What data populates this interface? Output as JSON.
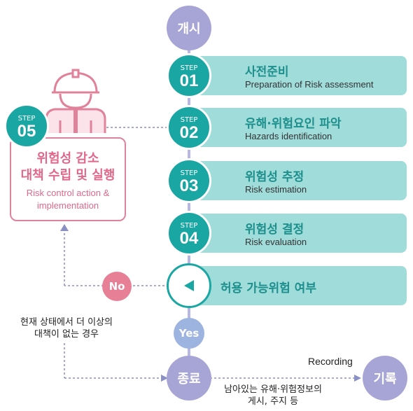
{
  "start": {
    "label": "개시"
  },
  "steps": [
    {
      "step": "STEP",
      "num": "01",
      "title": "사전준비",
      "subtitle": "Preparation of Risk assessment"
    },
    {
      "step": "STEP",
      "num": "02",
      "title": "유해·위험요인 파악",
      "subtitle": "Hazards identification"
    },
    {
      "step": "STEP",
      "num": "03",
      "title": "위험성 추정",
      "subtitle": "Risk estimation"
    },
    {
      "step": "STEP",
      "num": "04",
      "title": "위험성 결정",
      "subtitle": "Risk evaluation"
    }
  ],
  "decision": {
    "title": "허용 가능위험 여부",
    "yes": "Yes",
    "no": "No"
  },
  "step5": {
    "step": "STEP",
    "num": "05",
    "title_line1": "위험성 감소",
    "title_line2": "대책 수립 및 실행",
    "subtitle_line1": "Risk control action &",
    "subtitle_line2": "implementation"
  },
  "no_note": {
    "line1": "현재 상태에서 더 이상의",
    "line2": "대책이 없는 경우"
  },
  "end": {
    "label": "종료"
  },
  "record": {
    "label": "기록",
    "arrow_label": "Recording"
  },
  "end_note": {
    "line1": "남아있는 유해·위험정보의",
    "line2": "게시, 주지 등"
  },
  "colors": {
    "purple": "#a7a5d6",
    "teal": "#1aa7a3",
    "bar": "#9fdcda",
    "pink": "#e0829a",
    "no": "#e77f97",
    "yes": "#9db3e0"
  }
}
